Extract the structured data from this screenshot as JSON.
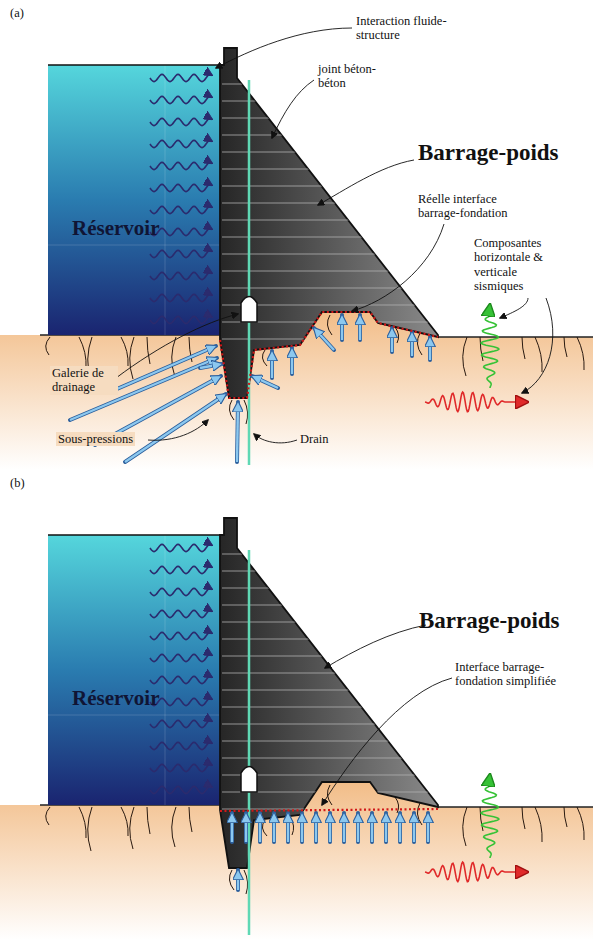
{
  "diagram": {
    "labels": [
      "(a)",
      "Interaction fluide-structure",
      "joint béton-béton",
      "Barrage-poids",
      "Réelle interface barrage-fondation",
      "Composantes horizontale & verticale sismiques",
      "Réservoir",
      "Galerie de drainage",
      "Sous-pressions",
      "Drain",
      "(b)",
      "Réservoir",
      "Barrage-poids",
      "Interface barrage-fondation simplifiée"
    ]
  }
}
